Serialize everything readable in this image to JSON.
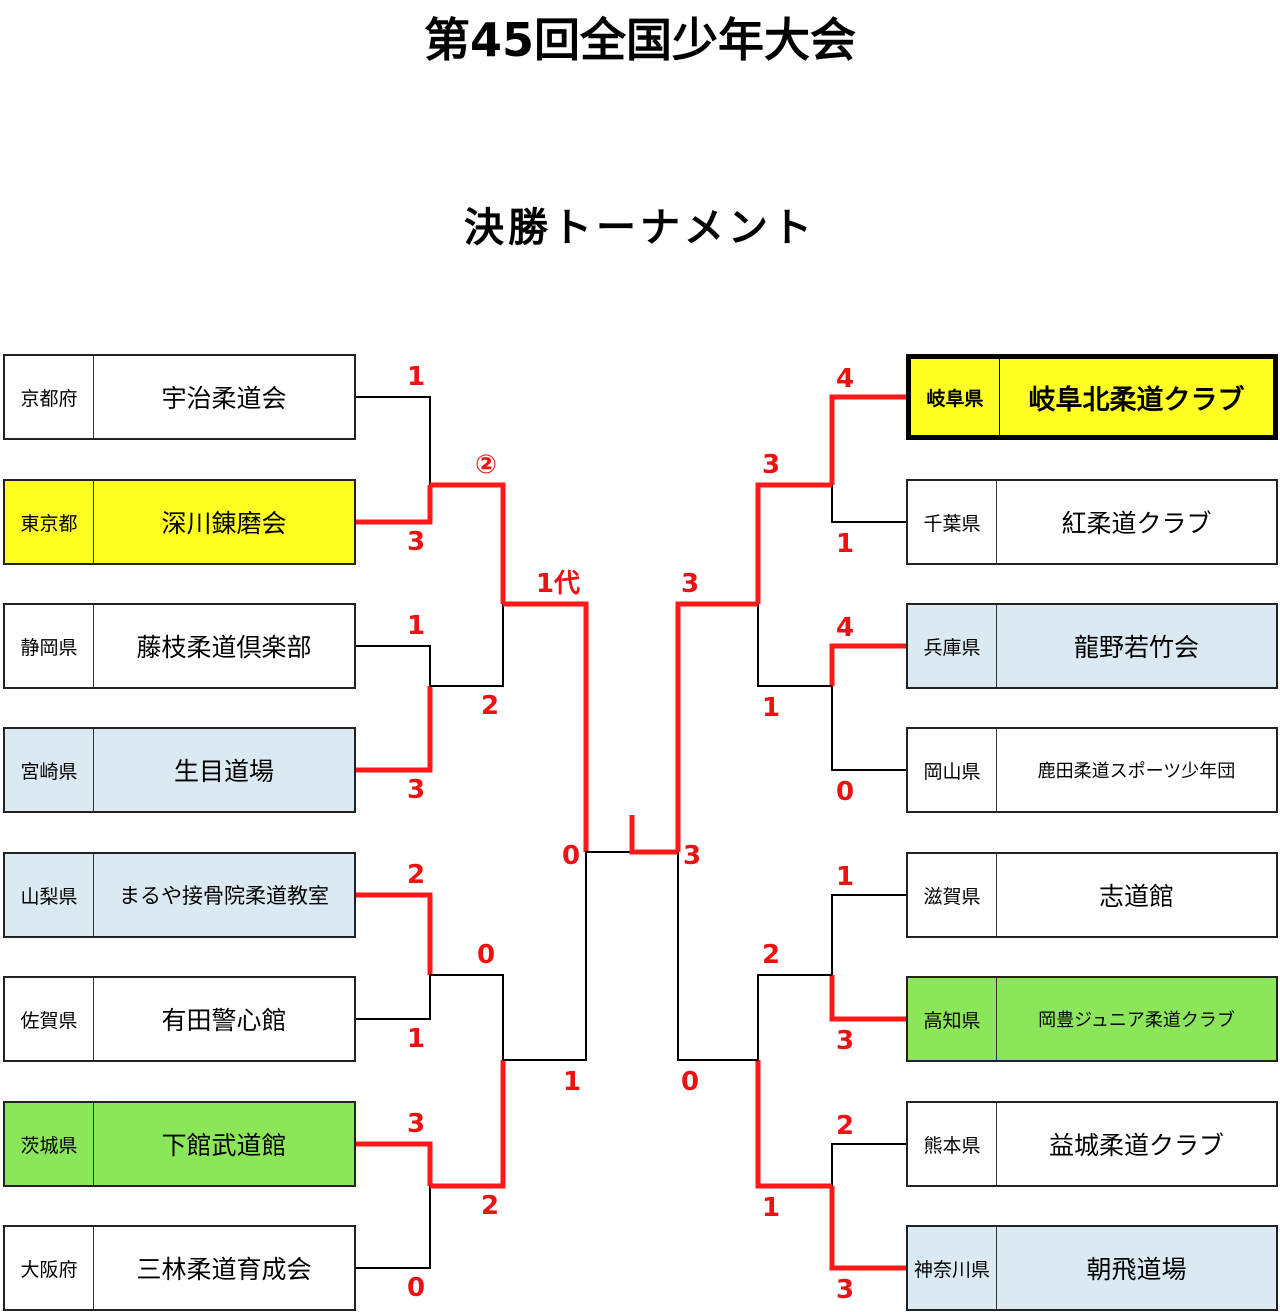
{
  "title": "第45回全国少年大会",
  "subtitle": "決勝トーナメント",
  "colors": {
    "win_line": "#ff1a1a",
    "lose_line": "#000000",
    "score": "#ee1111",
    "gold": "#ffff22",
    "blue": "#dbeaf2",
    "green": "#8ce65a",
    "white": "#ffffff"
  },
  "left_teams": [
    {
      "pref": "京都府",
      "name": "宇治柔道会",
      "fill": "white"
    },
    {
      "pref": "東京都",
      "name": "深川錬磨会",
      "fill": "gold"
    },
    {
      "pref": "静岡県",
      "name": "藤枝柔道倶楽部",
      "fill": "white"
    },
    {
      "pref": "宮崎県",
      "name": "生目道場",
      "fill": "blue"
    },
    {
      "pref": "山梨県",
      "name": "まるや接骨院柔道教室",
      "fill": "blue"
    },
    {
      "pref": "佐賀県",
      "name": "有田警心館",
      "fill": "white"
    },
    {
      "pref": "茨城県",
      "name": "下館武道館",
      "fill": "green"
    },
    {
      "pref": "大阪府",
      "name": "三林柔道育成会",
      "fill": "white"
    }
  ],
  "right_teams": [
    {
      "pref": "岐阜県",
      "name": "岐阜北柔道クラブ",
      "fill": "gold",
      "champion": true
    },
    {
      "pref": "千葉県",
      "name": "紅柔道クラブ",
      "fill": "white"
    },
    {
      "pref": "兵庫県",
      "name": "龍野若竹会",
      "fill": "blue"
    },
    {
      "pref": "岡山県",
      "name": "鹿田柔道スポーツ少年団",
      "fill": "white"
    },
    {
      "pref": "滋賀県",
      "name": "志道館",
      "fill": "white"
    },
    {
      "pref": "高知県",
      "name": "岡豊ジュニア柔道クラブ",
      "fill": "green"
    },
    {
      "pref": "熊本県",
      "name": "益城柔道クラブ",
      "fill": "white"
    },
    {
      "pref": "神奈川県",
      "name": "朝飛道場",
      "fill": "blue"
    }
  ],
  "left_scores": {
    "r1": [
      [
        "1",
        "3"
      ],
      [
        "1",
        "3"
      ],
      [
        "2",
        "1"
      ],
      [
        "3",
        "0"
      ]
    ],
    "r2": [
      [
        "②",
        "2"
      ],
      [
        "0",
        "2"
      ]
    ],
    "r3": [
      "1代",
      "1"
    ],
    "final": "0"
  },
  "right_scores": {
    "r1": [
      [
        "4",
        "1"
      ],
      [
        "4",
        "0"
      ],
      [
        "1",
        "3"
      ],
      [
        "2",
        "3"
      ]
    ],
    "r2": [
      [
        "3",
        "1"
      ],
      [
        "2",
        "1"
      ]
    ],
    "r3": [
      "3",
      "0"
    ],
    "final": "3"
  }
}
